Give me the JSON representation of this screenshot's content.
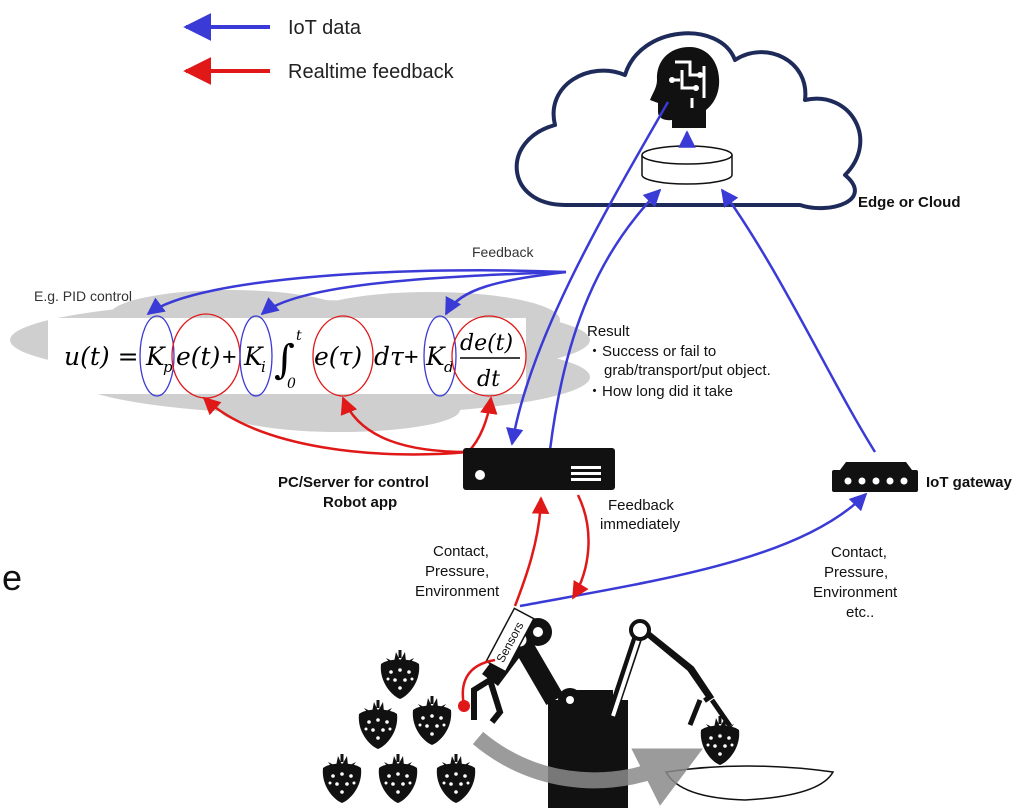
{
  "legend": {
    "iot_data": "IoT data",
    "realtime_feedback": "Realtime feedback",
    "colors": {
      "iot_data": "#3a3ad6",
      "realtime_feedback": "#e01818"
    }
  },
  "cloud": {
    "label": "Edge or Cloud"
  },
  "pid": {
    "caption": "E.g. PID control",
    "equation": {
      "lhs": "u(t) =",
      "kp": "K",
      "kp_sub": "p",
      "e1": "e(t)",
      "plus1": "+",
      "ki": "K",
      "ki_sub": "i",
      "integral": "∫",
      "int_upper": "t",
      "int_lower": "0",
      "e2": "e(τ)",
      "dtau": "dτ",
      "plus2": "+",
      "kd": "K",
      "kd_sub": "d",
      "frac_num": "de(t)",
      "frac_den": "dt"
    }
  },
  "feedback_label": "Feedback",
  "result": {
    "title": "Result",
    "line1": "・Success or fail to",
    "line2": "grab/transport/put object.",
    "line3": "・How long did it take"
  },
  "pc_server": {
    "line1": "PC/Server for control",
    "line2": "Robot app"
  },
  "iot_gateway": {
    "label": "IoT gateway"
  },
  "feedback_immediately": {
    "line1": "Feedback",
    "line2": "immediately"
  },
  "contact_left": {
    "line1": "Contact,",
    "line2": "Pressure,",
    "line3": "Environment"
  },
  "contact_right": {
    "line1": "Contact,",
    "line2": "Pressure,",
    "line3": "Environment",
    "line4": "etc.."
  },
  "sensors_label": "Sensors",
  "stray_letter": "e"
}
